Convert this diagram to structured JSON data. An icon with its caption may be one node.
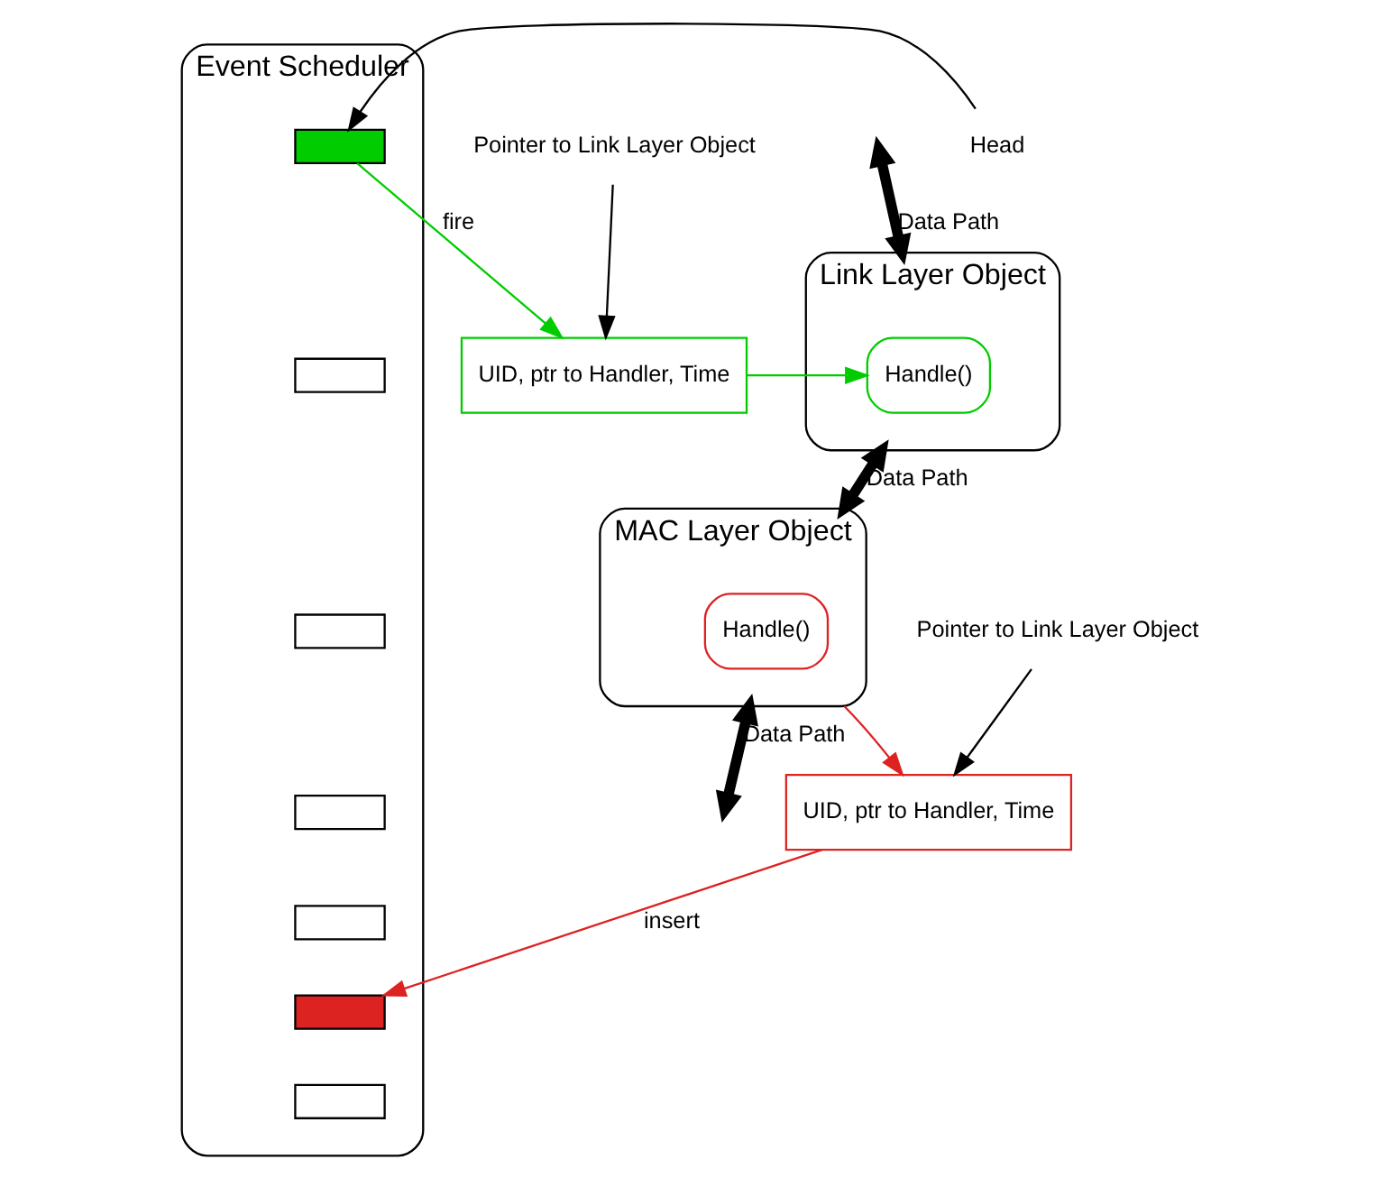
{
  "diagram": {
    "nodes": [
      {
        "text": [
          "Event Scheduler"
        ]
      },
      {
        "text": [],
        "shape": "box",
        "in": 0
      },
      {
        "text": [],
        "shape": "box",
        "in": 0
      },
      {
        "text": [],
        "shape": "box",
        "in": 0
      },
      {
        "text": [],
        "shape": "box",
        "in": 0
      },
      {
        "text": [],
        "shape": "box",
        "in": 0
      },
      {
        "text": [],
        "shape": "box",
        "in": 0
      },
      {
        "text": [],
        "shape": "box",
        "in": 0
      },
      {
        "text": [
          "Head"
        ]
      },
      {
        "text": [
          "UID, ptr to Handler, Time"
        ]
      },
      {
        "text": [
          "Pointer to Link Layer Object"
        ]
      },
      {
        "text": [
          "Link Layer Object"
        ]
      },
      {
        "text": [
          "Handle()"
        ],
        "in": 11
      },
      {
        "text": [
          "MAC Layer Object"
        ]
      },
      {
        "text": [
          "Handle()"
        ],
        "in": 13
      },
      {
        "text": [
          "UID, ptr to Handler, Time"
        ]
      },
      {
        "text": [
          "Pointer to Link Layer Object"
        ]
      }
    ],
    "edges": [
      {
        "from": 8,
        "to": 1,
        "arrow": "to"
      },
      {
        "from": 1,
        "to": 9,
        "arrow": "to",
        "label": "fire",
        "color": "#00cc00"
      },
      {
        "from": 10,
        "to": 9,
        "arrow": "to"
      },
      {
        "from": 9,
        "to": 12,
        "arrow": "to",
        "color": "#00cc00"
      },
      {
        "from": null,
        "to": 11,
        "arrow": "both",
        "label": "Data Path",
        "style": "thick"
      },
      {
        "from": 11,
        "to": 13,
        "arrow": "both",
        "label": "Data Path",
        "style": "thick"
      },
      {
        "from": 13,
        "to": null,
        "arrow": "both",
        "label": "Data Path",
        "style": "thick"
      },
      {
        "from": 16,
        "to": 15,
        "arrow": "to"
      },
      {
        "from": 13,
        "to": 15,
        "arrow": "to",
        "color": "#dd2222"
      },
      {
        "from": 15,
        "to": 6,
        "arrow": "to",
        "label": "insert",
        "color": "#dd2222"
      }
    ]
  }
}
